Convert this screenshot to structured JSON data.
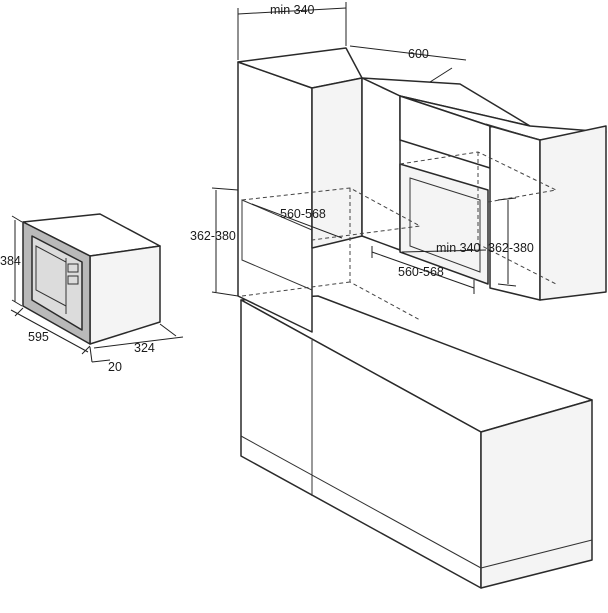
{
  "microwave": {
    "height": "384",
    "width": "595",
    "depth": "324",
    "frame": "20"
  },
  "cabinet": {
    "top_clearance": "min 340",
    "depth": "600",
    "left_niche_width": "560-568",
    "left_niche_height": "362-380",
    "right_niche_width": "560-568",
    "right_niche_height": "362-380",
    "right_niche_clearance": "min 340"
  }
}
